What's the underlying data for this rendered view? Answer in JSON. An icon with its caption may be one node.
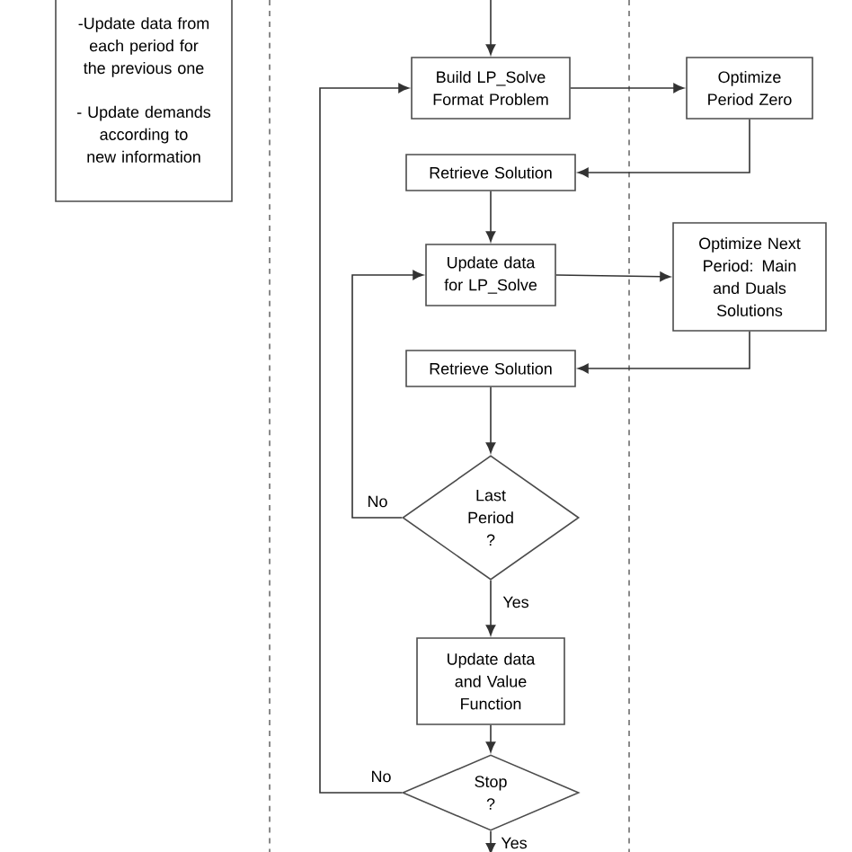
{
  "diagram": {
    "nodes": [
      {
        "text": [
          "-Update data from each period for the previous one",
          "- Update demands according to new information"
        ]
      },
      {
        "text": [
          "Build LP_Solve Format Problem"
        ]
      },
      {
        "text": [
          "Optimize Period Zero"
        ]
      },
      {
        "text": [
          "Retrieve Solution"
        ]
      },
      {
        "text": [
          "Update data for LP_Solve"
        ]
      },
      {
        "text": [
          "Optimize Next Period: Main and Duals Solutions"
        ]
      },
      {
        "text": [
          "Retrieve Solution"
        ]
      },
      {
        "text": [
          "Last Period ?"
        ]
      },
      {
        "text": [
          "Update data and Value Function"
        ]
      },
      {
        "text": [
          "Stop ?"
        ]
      }
    ],
    "edges": [
      {
        "from": null,
        "to": 1,
        "arrow": "to"
      },
      {
        "from": 1,
        "to": 2,
        "arrow": "to"
      },
      {
        "from": 2,
        "to": 3,
        "arrow": "to"
      },
      {
        "from": 3,
        "to": 4,
        "arrow": "to"
      },
      {
        "from": 4,
        "to": 5,
        "arrow": "to"
      },
      {
        "from": 5,
        "to": 6,
        "arrow": "to"
      },
      {
        "from": 6,
        "to": 7,
        "arrow": "to"
      },
      {
        "from": 7,
        "to": 4,
        "arrow": "to",
        "label": "No"
      },
      {
        "from": 7,
        "to": 8,
        "arrow": "to",
        "label": "Yes"
      },
      {
        "from": 8,
        "to": 9,
        "arrow": "to"
      },
      {
        "from": 9,
        "to": 1,
        "arrow": "to",
        "label": "No"
      },
      {
        "from": 9,
        "to": null,
        "arrow": "to",
        "label": "Yes"
      }
    ]
  }
}
